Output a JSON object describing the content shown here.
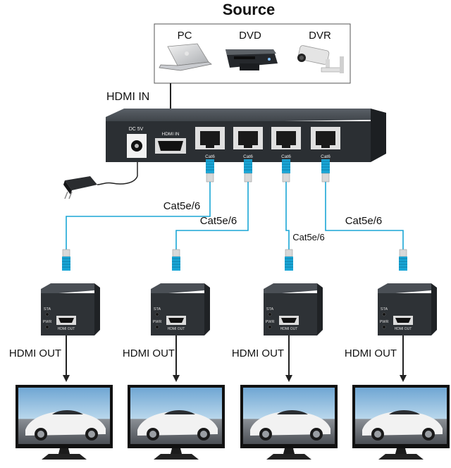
{
  "title": "Source",
  "sources": [
    {
      "label": "PC",
      "icon": "laptop-icon"
    },
    {
      "label": "DVD",
      "icon": "dvd-player-icon"
    },
    {
      "label": "DVR",
      "icon": "security-camera-icon"
    }
  ],
  "hdmi_in_label": "HDMI IN",
  "splitter": {
    "dc_label": "DC 5V",
    "hdmi_port_label": "HDMI IN",
    "port_labels": [
      "Cat6",
      "Cat6",
      "Cat6",
      "Cat6"
    ]
  },
  "cable_labels": [
    "Cat5e/6",
    "Cat5e/6",
    "Cat5e/6",
    "Cat5e/6"
  ],
  "receiver": {
    "sta_label": "STA",
    "pwr_label": "PWR",
    "hdmi_out_port_label": "HDMI OUT"
  },
  "hdmi_out_labels": [
    "HDMI OUT",
    "HDMI OUT",
    "HDMI OUT",
    "HDMI OUT"
  ],
  "colors": {
    "cable": "#1aa6d6",
    "device": "#2e3236",
    "device_top": "#4a4f55",
    "connector": "#d8d8d8",
    "sky": "#7fb3d9",
    "car": "#f2f2f2"
  }
}
